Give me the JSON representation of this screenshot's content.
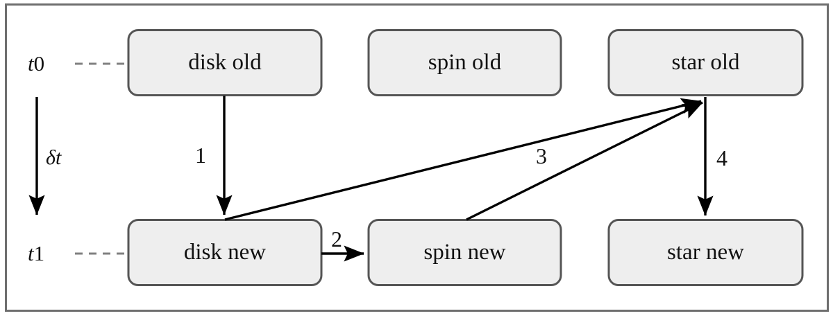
{
  "figure": {
    "frame": {
      "border_color": "#6e6e6e",
      "background": "#ffffff"
    },
    "node_style": {
      "fill": "#eeeeee",
      "stroke": "#555555",
      "corner_radius": 14
    },
    "edge_color": "#000000",
    "guide_color": "#808080"
  },
  "time_axis": {
    "top_label_var": "t",
    "top_label_num": "0",
    "bottom_label_var": "t",
    "bottom_label_num": "1",
    "step_label": "δt",
    "arrow_direction": "down"
  },
  "nodes": [
    {
      "id": "disk-old",
      "label": "disk old",
      "row": "t0",
      "column": 1
    },
    {
      "id": "spin-old",
      "label": "spin old",
      "row": "t0",
      "column": 2
    },
    {
      "id": "star-old",
      "label": "star old",
      "row": "t0",
      "column": 3
    },
    {
      "id": "disk-new",
      "label": "disk new",
      "row": "t1",
      "column": 1
    },
    {
      "id": "spin-new",
      "label": "spin new",
      "row": "t1",
      "column": 2
    },
    {
      "id": "star-new",
      "label": "star new",
      "row": "t1",
      "column": 3
    }
  ],
  "edges": [
    {
      "id": "edge-1",
      "label": "1",
      "from": "disk-old",
      "to": "disk-new",
      "style": "solid",
      "arrowhead": "end"
    },
    {
      "id": "edge-2",
      "label": "2",
      "from": "disk-new",
      "to": "spin-new",
      "style": "solid",
      "arrowhead": "end"
    },
    {
      "id": "edge-3",
      "label": "3",
      "from": "disk-new",
      "to": "star-old",
      "style": "solid",
      "arrowhead": "end"
    },
    {
      "id": "edge-3b",
      "label": "",
      "from": "spin-new",
      "to": "star-old",
      "style": "solid",
      "arrowhead": "end"
    },
    {
      "id": "edge-4",
      "label": "4",
      "from": "star-old",
      "to": "star-new",
      "style": "solid",
      "arrowhead": "end"
    }
  ],
  "guides": [
    {
      "id": "guide-t0",
      "style": "dashed",
      "row": "t0"
    },
    {
      "id": "guide-t1",
      "style": "dashed",
      "row": "t1"
    }
  ]
}
